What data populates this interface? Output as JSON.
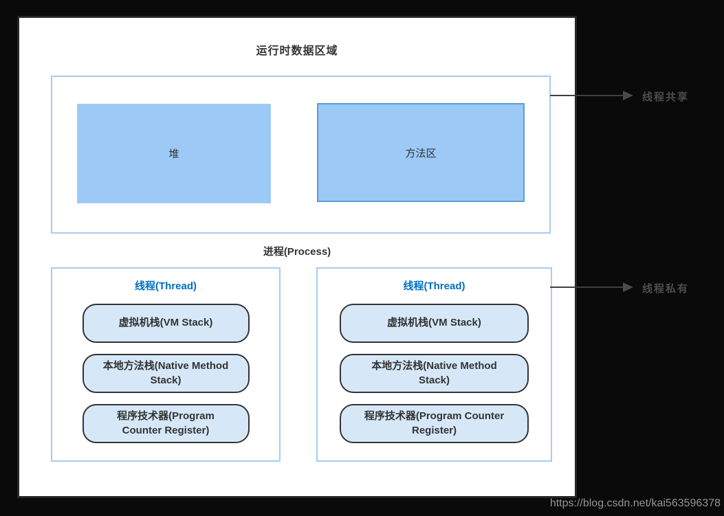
{
  "page": {
    "background_color": "#0a0a0a",
    "watermark": "https://blog.csdn.net/kai563596378"
  },
  "diagram": {
    "title": "运行时数据区域",
    "process_label": "进程(Process)",
    "shared_area": {
      "boxes": [
        {
          "label": "堆"
        },
        {
          "label": "方法区"
        }
      ]
    },
    "threads": [
      {
        "title": "线程(Thread)",
        "items": [
          "虚拟机栈(VM Stack)",
          "本地方法栈(Native Method Stack)",
          "程序技术器(Program Counter Register)"
        ]
      },
      {
        "title": "线程(Thread)",
        "items": [
          "虚拟机栈(VM Stack)",
          "本地方法栈(Native Method Stack)",
          "程序技术器(Program Counter Register)"
        ]
      }
    ],
    "annotations": [
      {
        "label": "线程共享"
      },
      {
        "label": "线程私有"
      }
    ],
    "colors": {
      "canvas_background": "#ffffff",
      "canvas_border": "#262626",
      "container_border": "#a7cbf2",
      "block_fill": "#9cc9f6",
      "method_box_border": "#5b9bd5",
      "pill_fill": "#d6e8f8",
      "pill_border": "#333333",
      "thread_title_text": "#0070c0",
      "annotation_text": "#4d4d4d",
      "watermark_text": "#979797"
    }
  }
}
